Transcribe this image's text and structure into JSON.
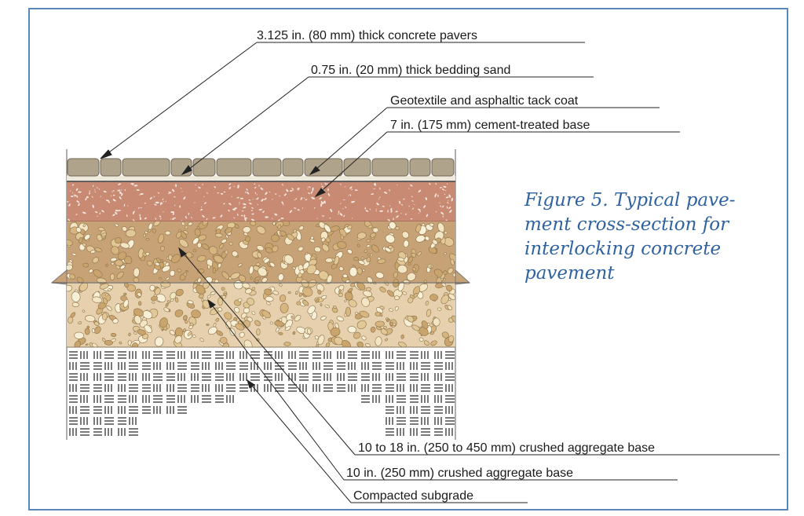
{
  "diagram": {
    "labels": [
      "3.125 in. (80 mm) thick concrete pavers",
      "0.75 in. (20 mm) thick bedding sand",
      "Geotextile and asphaltic tack coat",
      "7 in. (175 mm) cement-treated base",
      "10 to 18 in. (250 to 450 mm) crushed aggregate base",
      "10 in. (250 mm) crushed aggregate base",
      "Compacted subgrade"
    ],
    "caption_lines": [
      "Figure 5. Typical pave-",
      "ment cross-section for",
      "interlocking concrete",
      "pavement"
    ],
    "layers": [
      {
        "name": "concrete pavers",
        "color": "#b0a38c"
      },
      {
        "name": "bedding sand",
        "color": "#efe9dd"
      },
      {
        "name": "cement-treated base",
        "color": "#c98a73"
      },
      {
        "name": "crushed aggregate base upper",
        "color": "#c8a277"
      },
      {
        "name": "crushed aggregate base lower",
        "color": "#e6d0ad"
      },
      {
        "name": "compacted subgrade",
        "color": "#ffffff"
      }
    ],
    "caption_color": "#2f62a0",
    "frame_color": "#5a86b8"
  }
}
